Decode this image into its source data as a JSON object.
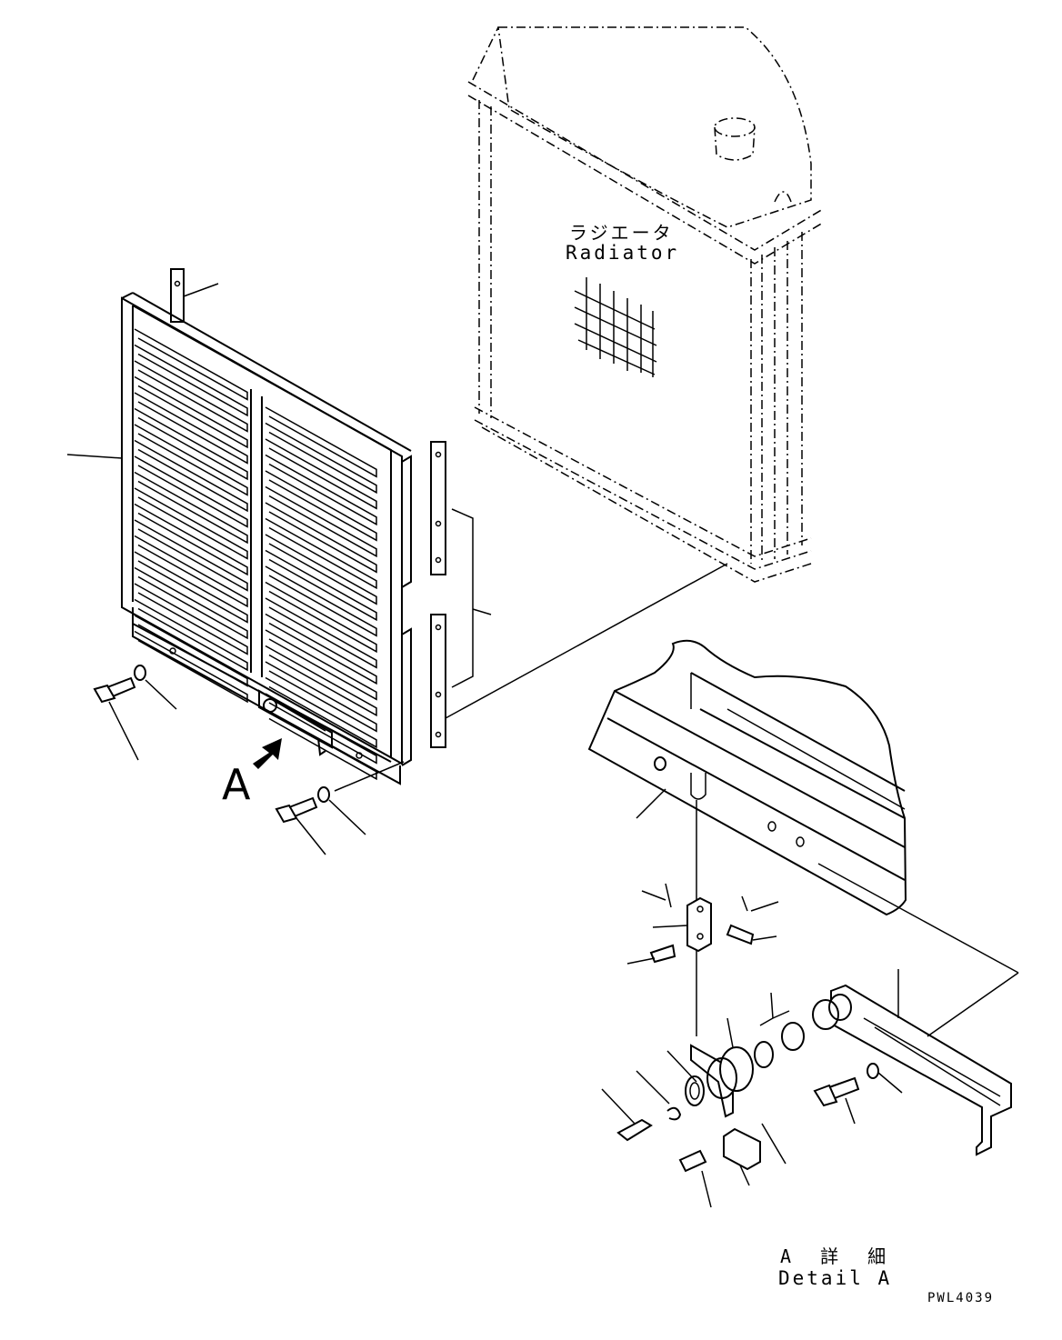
{
  "labels": {
    "radiator_jp": "ラジエータ",
    "radiator_en": "Radiator",
    "view_marker": "A",
    "detail_jp": "A 詳 細",
    "detail_en": "Detail A",
    "drawing_code": "PWL4039"
  },
  "icons": {
    "view_arrow": "bold-arrow-icon"
  }
}
